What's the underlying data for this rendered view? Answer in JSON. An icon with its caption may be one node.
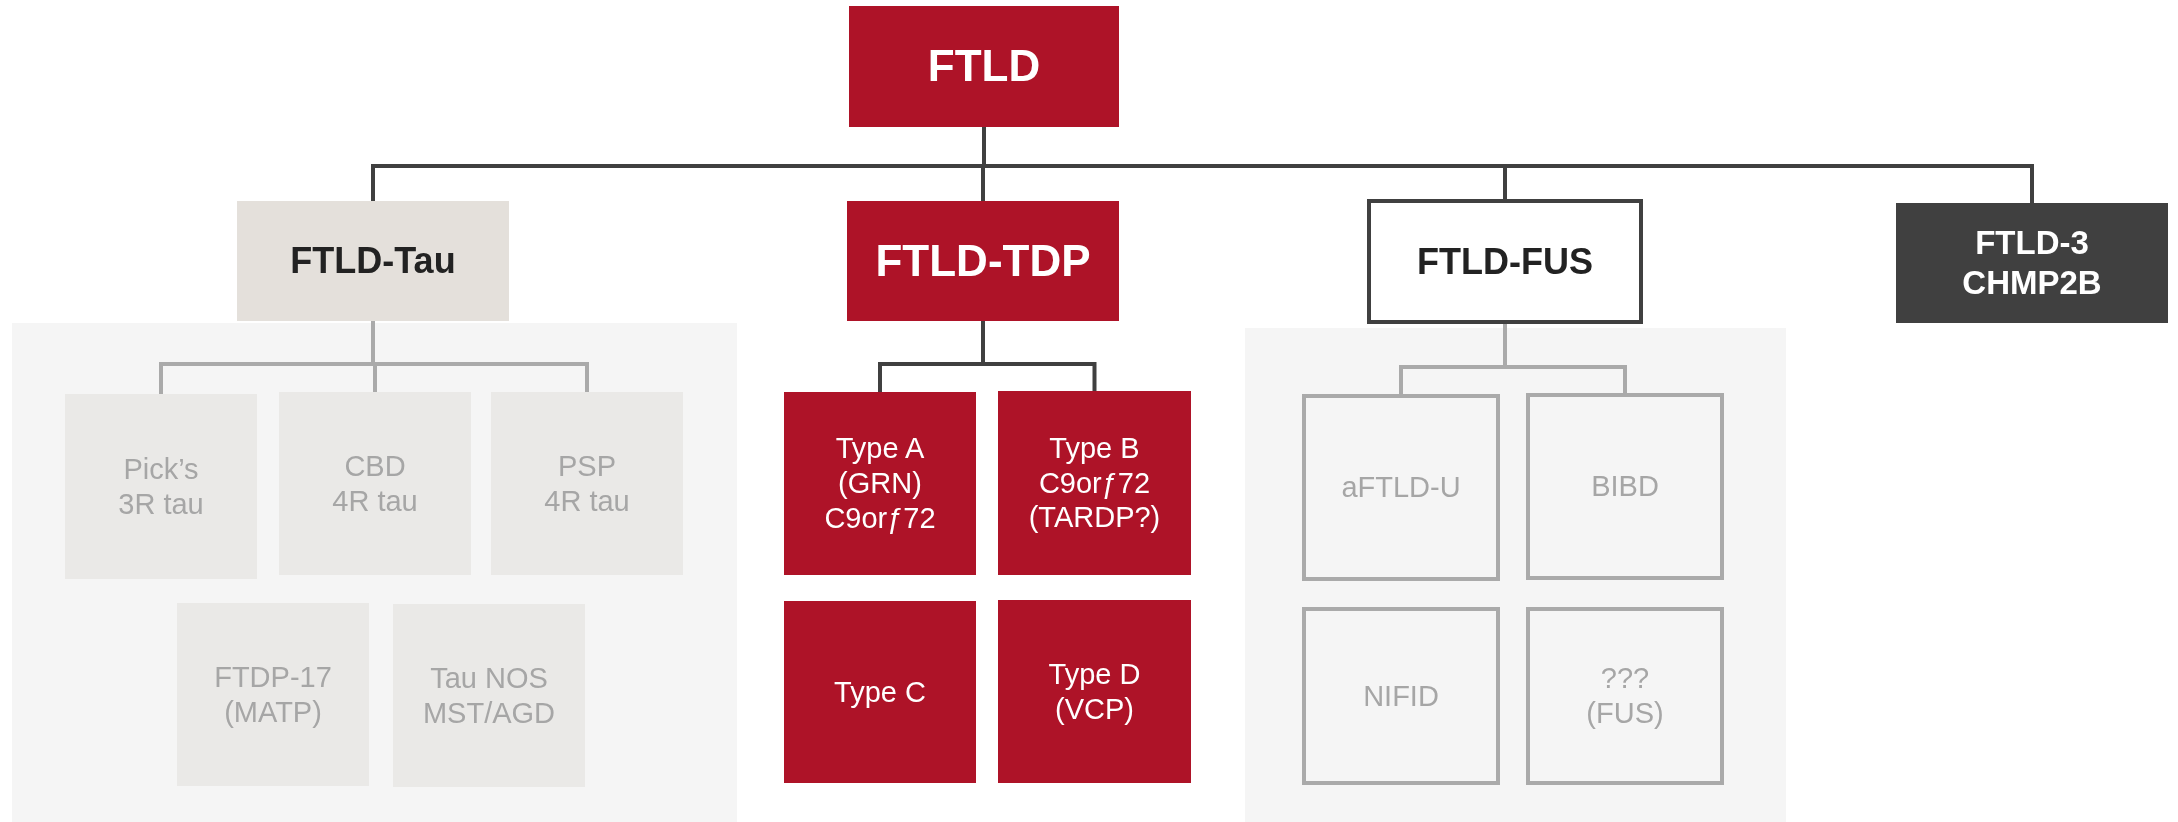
{
  "diagram": {
    "nodes": [
      {
        "text": [
          "FTLD"
        ]
      },
      {
        "text": [
          "FTLD-Tau"
        ]
      },
      {
        "text": [
          "FTLD-TDP"
        ]
      },
      {
        "text": [
          "FTLD-FUS"
        ]
      },
      {
        "text": [
          "FTLD-3",
          "CHMP2B"
        ]
      },
      {
        "text": [
          "Pick’s",
          "3R tau"
        ]
      },
      {
        "text": [
          "CBD",
          "4R tau"
        ]
      },
      {
        "text": [
          "PSP",
          "4R tau"
        ]
      },
      {
        "text": [
          "FTDP-17",
          "(MATP)"
        ]
      },
      {
        "text": [
          "Tau NOS",
          "MST/AGD"
        ]
      },
      {
        "text": [
          "Type A",
          "(GRN)",
          "C9orƒ72"
        ]
      },
      {
        "text": [
          "Type B",
          "C9orƒ72",
          "(TARDP?)"
        ]
      },
      {
        "text": [
          "Type C"
        ]
      },
      {
        "text": [
          "Type D",
          "(VCP)"
        ]
      },
      {
        "text": [
          "aFTLD-U"
        ]
      },
      {
        "text": [
          "BIBD"
        ]
      },
      {
        "text": [
          "NIFID"
        ]
      },
      {
        "text": [
          "???",
          "(FUS)"
        ]
      }
    ],
    "edges": [
      {
        "from": 0,
        "to": 1,
        "arrow": "none"
      },
      {
        "from": 0,
        "to": 2,
        "arrow": "none"
      },
      {
        "from": 0,
        "to": 3,
        "arrow": "none"
      },
      {
        "from": 0,
        "to": 4,
        "arrow": "none"
      },
      {
        "from": 1,
        "to": 5,
        "arrow": "none",
        "color": "#aaaaaa"
      },
      {
        "from": 1,
        "to": 6,
        "arrow": "none",
        "color": "#aaaaaa"
      },
      {
        "from": 1,
        "to": 7,
        "arrow": "none",
        "color": "#aaaaaa"
      },
      {
        "from": 2,
        "to": 10,
        "arrow": "none"
      },
      {
        "from": 2,
        "to": 11,
        "arrow": "none"
      },
      {
        "from": 3,
        "to": 14,
        "arrow": "none",
        "color": "#aaaaaa"
      },
      {
        "from": 3,
        "to": 15,
        "arrow": "none",
        "color": "#aaaaaa"
      }
    ]
  }
}
